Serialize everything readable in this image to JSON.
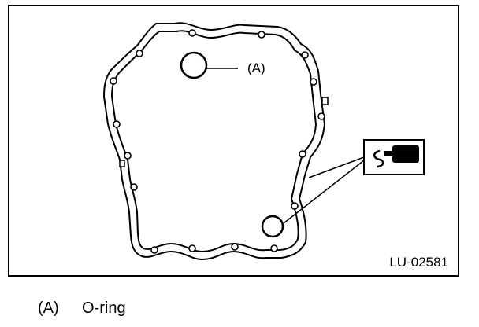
{
  "figure": {
    "reference_code": "LU-02581",
    "callout_label": "(A)",
    "sealant_icon": "liquid-gasket-tube-icon"
  },
  "legend": [
    {
      "key": "(A)",
      "text": "O-ring"
    }
  ]
}
